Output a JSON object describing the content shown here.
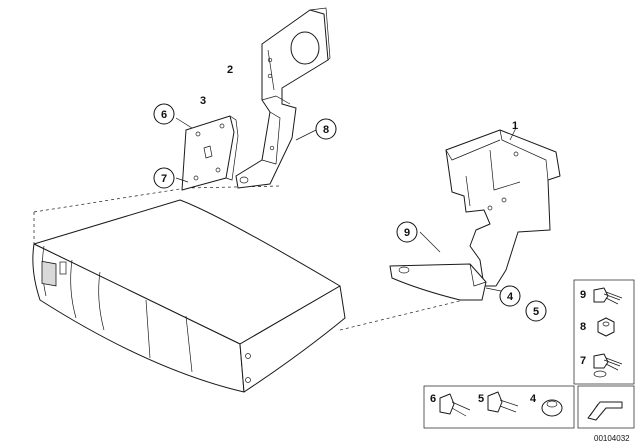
{
  "labels": {
    "part1": "1",
    "part2": "2",
    "part3": "3",
    "callout_6": "6",
    "callout_7": "7",
    "callout_8": "8",
    "callout_9": "9",
    "callout_4": "4",
    "callout_5": "5"
  },
  "legend": {
    "item9": "9",
    "item8": "8",
    "item7": "7",
    "item6": "6",
    "item5": "5",
    "item4": "4"
  },
  "diagram_code": "00104032"
}
